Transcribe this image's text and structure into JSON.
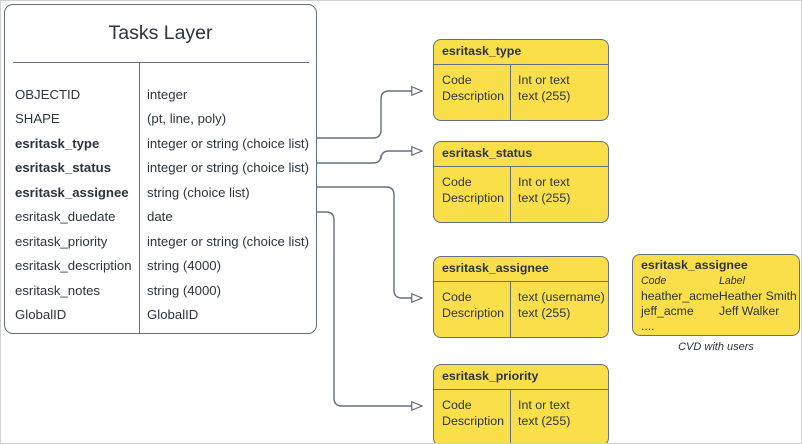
{
  "diagram": {
    "title": "Tasks Layer schema with coded value domains",
    "stroke_color": "#62707f",
    "domain_fill": "#fadf4b",
    "text_color": "#2b3440"
  },
  "entity": {
    "title": "Tasks Layer",
    "fields": [
      {
        "name": "OBJECTID",
        "type": "integer",
        "bold": false
      },
      {
        "name": "SHAPE",
        "type": "(pt, line, poly)",
        "bold": false
      },
      {
        "name": "esritask_type",
        "type": "integer or string (choice list)",
        "bold": true
      },
      {
        "name": "esritask_status",
        "type": "integer or string (choice list)",
        "bold": true
      },
      {
        "name": "esritask_assignee",
        "type": "string (choice list)",
        "bold": true
      },
      {
        "name": "esritask_duedate",
        "type": "date",
        "bold": false
      },
      {
        "name": "esritask_priority",
        "type": "integer or string (choice list)",
        "bold": false
      },
      {
        "name": "esritask_description",
        "type": "string (4000)",
        "bold": false
      },
      {
        "name": "esritask_notes",
        "type": "string (4000)",
        "bold": false
      },
      {
        "name": "GlobalID",
        "type": "GlobalID",
        "bold": false
      }
    ]
  },
  "domains": [
    {
      "title": "esritask_type",
      "left_lines": "Code\nDescription",
      "right_lines": "Int or text\ntext (255)"
    },
    {
      "title": "esritask_status",
      "left_lines": "Code\nDescription",
      "right_lines": "Int or text\ntext (255)"
    },
    {
      "title": "esritask_assignee",
      "left_lines": "Code\nDescription",
      "right_lines": "text  (username)\ntext (255)"
    },
    {
      "title": "esritask_priority",
      "left_lines": "Code\nDescription",
      "right_lines": "Int or text\ntext (255)"
    }
  ],
  "cvd": {
    "title": "esritask_assignee",
    "header": {
      "code": "Code",
      "label": "Label"
    },
    "rows": [
      {
        "code": "heather_acme",
        "label": "Heather Smith"
      },
      {
        "code": "jeff_acme",
        "label": "Jeff Walker"
      },
      {
        "code": "....",
        "label": ""
      }
    ],
    "caption": "CVD with users"
  }
}
